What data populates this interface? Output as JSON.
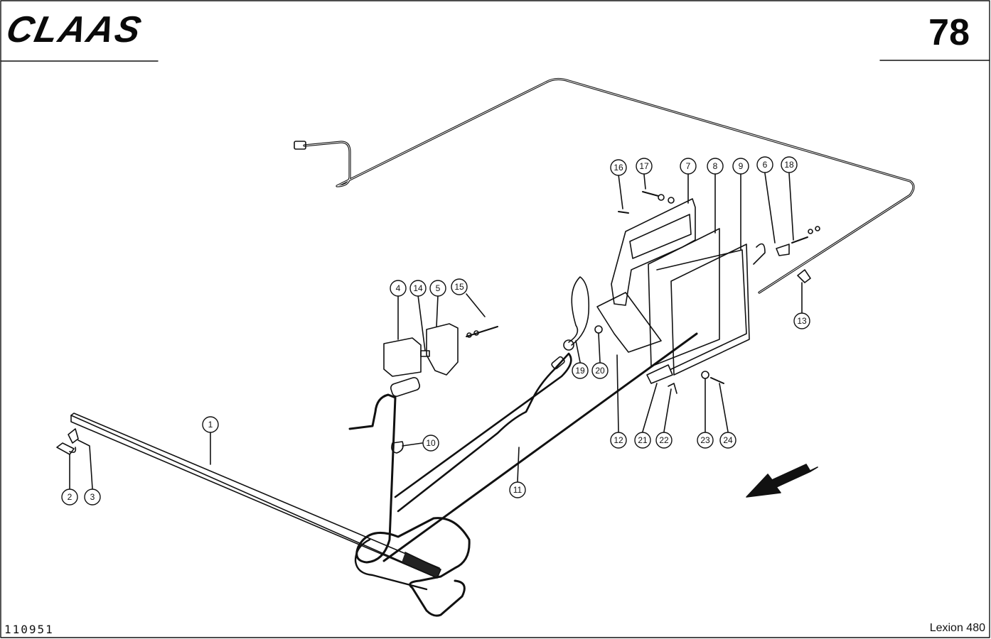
{
  "header": {
    "brand": "CLAAS",
    "page_number": "78"
  },
  "footer": {
    "doc_number": "110951",
    "model": "Lexion 480"
  },
  "callouts": [
    "1",
    "2",
    "3",
    "4",
    "5",
    "6",
    "7",
    "8",
    "9",
    "10",
    "11",
    "12",
    "13",
    "14",
    "15",
    "16",
    "17",
    "18",
    "19",
    "20",
    "21",
    "22",
    "23",
    "24"
  ],
  "colors": {
    "ink": "#111111",
    "paper": "#ffffff"
  }
}
